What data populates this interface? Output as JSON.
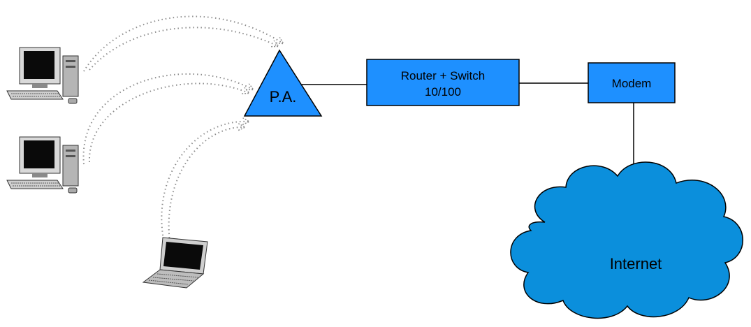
{
  "nodes": {
    "access_point": {
      "label": "P.A."
    },
    "router_switch": {
      "line1": "Router + Switch",
      "line2": "10/100"
    },
    "modem": {
      "label": "Modem"
    },
    "internet": {
      "label": "Internet"
    }
  },
  "icons": {
    "desktop_1": "desktop-computer-icon",
    "desktop_2": "desktop-computer-icon",
    "laptop": "laptop-icon"
  },
  "colors": {
    "node_fill": "#1e90ff",
    "cloud_fill": "#0b8fdc",
    "line": "#000000",
    "wireless": "#8c8c8c"
  }
}
